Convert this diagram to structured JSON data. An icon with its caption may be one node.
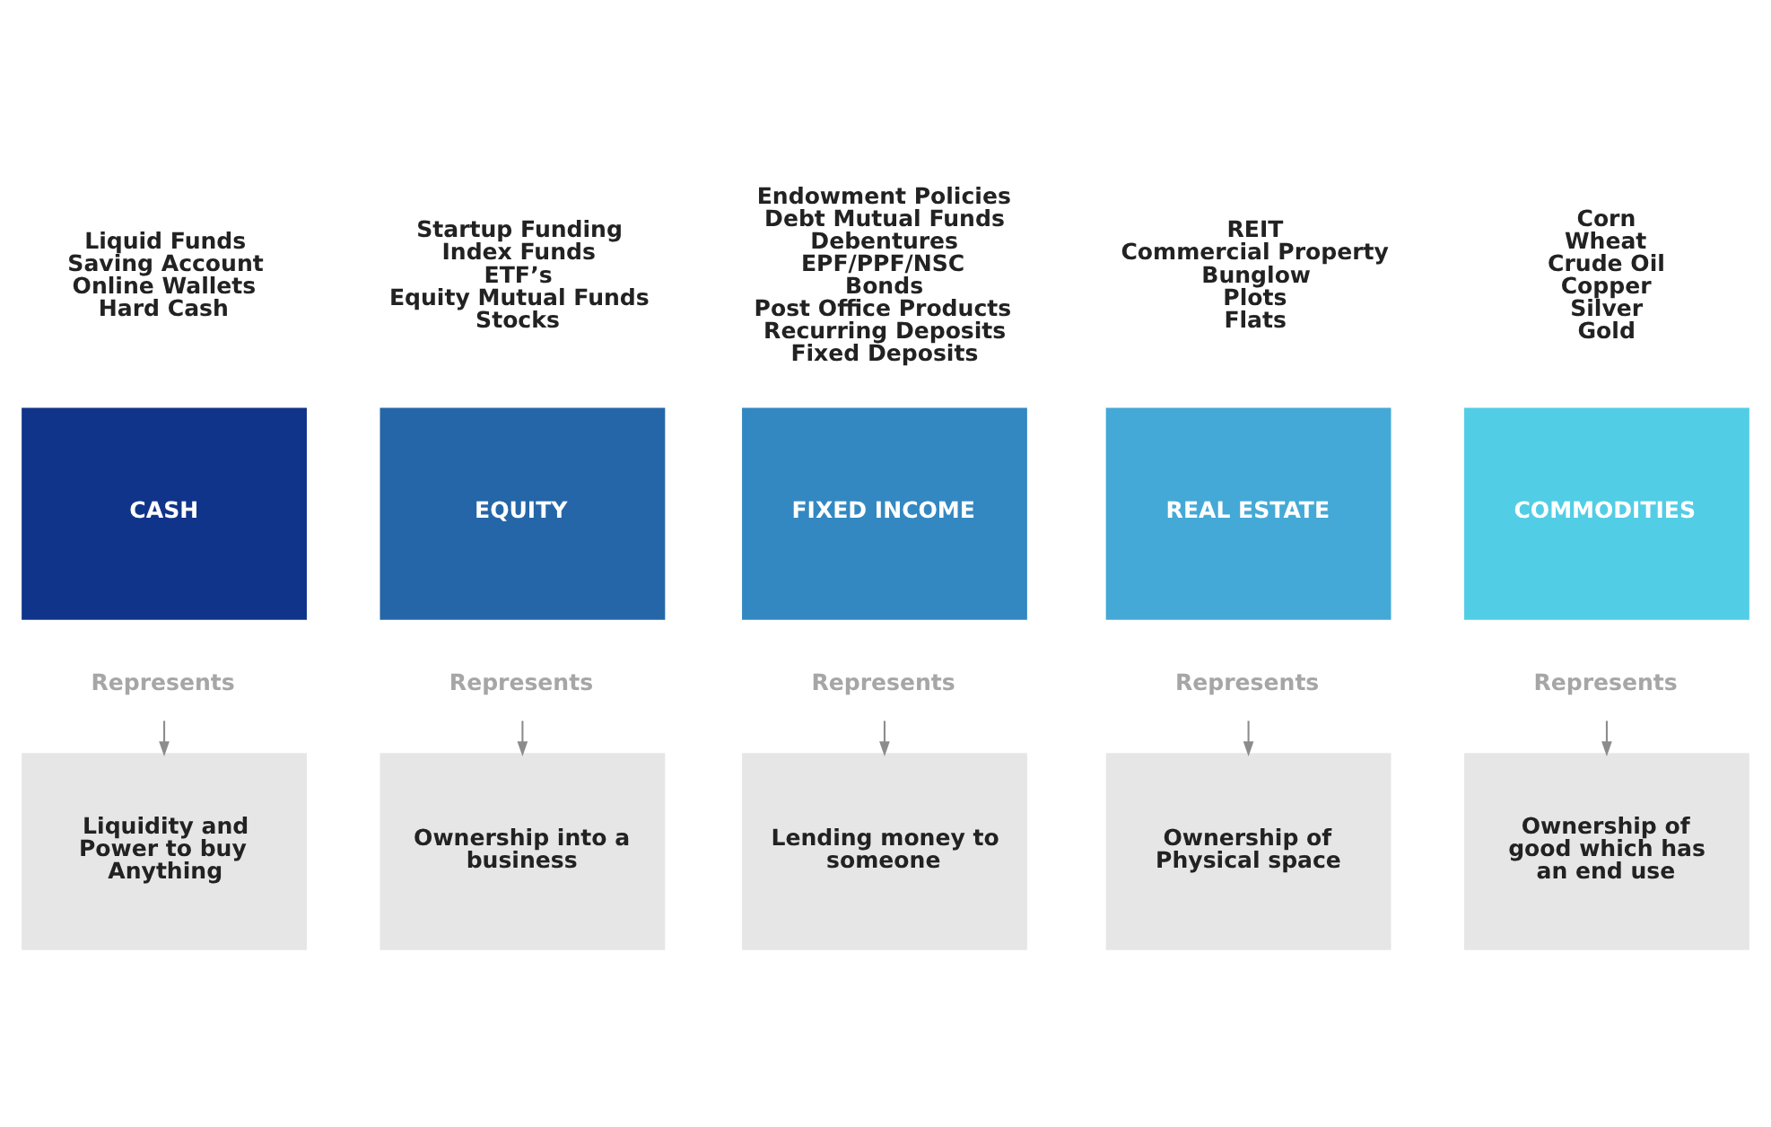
{
  "diagram": {
    "nodes": [
      {
        "text": [
          "CASH"
        ],
        "beside": [
          "Liquid Funds",
          "Saving Account",
          "Online Wallets",
          "Hard Cash"
        ]
      },
      {
        "text": [
          "EQUITY"
        ],
        "beside": [
          "Startup Funding",
          "Index Funds",
          "ETF’s",
          "Equity Mutual Funds",
          "Stocks"
        ]
      },
      {
        "text": [
          "FIXED INCOME"
        ],
        "beside": [
          "Endowment Policies",
          "Debt Mutual Funds",
          "Debentures",
          "EPF/PPF/NSC",
          "Bonds",
          "Post Office Products",
          "Recurring Deposits",
          "Fixed Deposits"
        ]
      },
      {
        "text": [
          "REAL ESTATE"
        ],
        "beside": [
          "REIT",
          "Commercial Property",
          "Bunglow",
          "Plots",
          "Flats"
        ]
      },
      {
        "text": [
          "COMMODITIES"
        ],
        "beside": [
          "Corn",
          "Wheat",
          "Crude Oil",
          "Copper",
          "Silver",
          "Gold"
        ]
      },
      {
        "text": [
          "Represents"
        ]
      },
      {
        "text": [
          "Represents"
        ]
      },
      {
        "text": [
          "Represents"
        ]
      },
      {
        "text": [
          "Represents"
        ]
      },
      {
        "text": [
          "Represents"
        ]
      },
      {
        "text": [
          "Liquidity and Power to buy Anything"
        ]
      },
      {
        "text": [
          "Ownership into a business"
        ]
      },
      {
        "text": [
          "Lending money to someone"
        ]
      },
      {
        "text": [
          "Ownership of Physical space"
        ]
      },
      {
        "text": [
          "Ownership of good which has an end use"
        ]
      }
    ],
    "edges": [
      {
        "from": 5,
        "to": 10,
        "arrow": "to"
      },
      {
        "from": 6,
        "to": 11,
        "arrow": "to"
      },
      {
        "from": 7,
        "to": 12,
        "arrow": "to"
      },
      {
        "from": 8,
        "to": 13,
        "arrow": "to"
      },
      {
        "from": 9,
        "to": 14,
        "arrow": "to"
      }
    ]
  }
}
